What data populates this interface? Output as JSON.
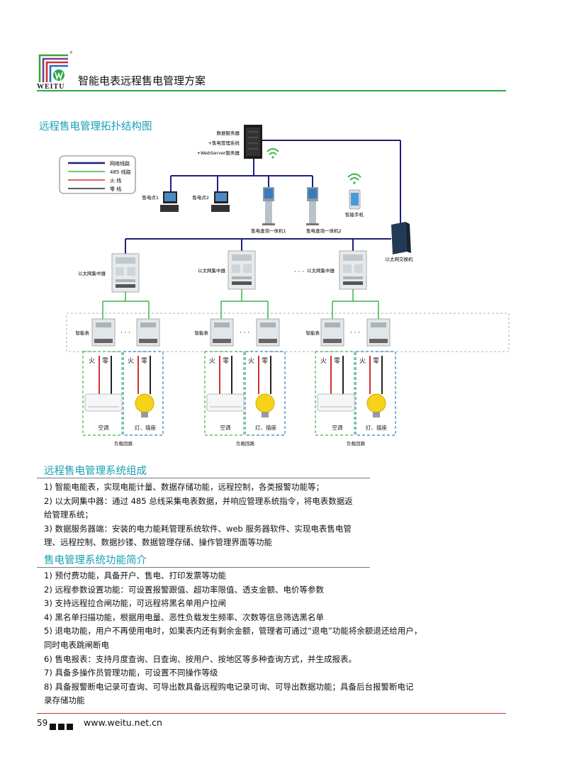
{
  "header": {
    "brand": "WEITU",
    "title": "智能电表远程售电管理方案"
  },
  "topology": {
    "title": "远程售电管理拓扑结构图",
    "server_labels": [
      "数据服务器",
      "+售电管理系统",
      "+WebServer服务器"
    ],
    "legend": [
      "网络线路",
      "485 线路",
      "火 线",
      "零 线"
    ],
    "colors": {
      "network": "#1d1d80",
      "rs485": "#3ab54a",
      "live": "#d23030",
      "neutral": "#222222",
      "loop": "#2f7fc1",
      "accent": "#1aa0b4"
    },
    "sale_points": [
      "售电点1",
      "售电点2"
    ],
    "kiosks": [
      "售电查询一体机1",
      "售电查询一体机2"
    ],
    "phone": "智能手机",
    "switch": "以太网交换机",
    "concentrator": "以太网集中器",
    "dots": "· · ·",
    "meter": "智能表",
    "live_char": "火",
    "neutral_char": "零",
    "aircon": "空调",
    "lamp": "灯、插座",
    "load_loop": "负载回路"
  },
  "composition": {
    "title": "远程售电管理系统组成",
    "lines": [
      "1) 智能电能表，实现电能计量、数据存储功能，远程控制，各类报警功能等；",
      "2) 以太网集中器：通过 485 总线采集电表数据，并响应管理系统指令，将电表数据返",
      "给管理系统；",
      "3) 数据服务器端：安装的电力能耗管理系统软件、web 服务器软件、实现电表售电管",
      "理、远程控制、数据抄镂、数据管理存储、操作管理界面等功能"
    ]
  },
  "functions": {
    "title": "售电管理系统功能简介",
    "lines": [
      "1) 预付费功能，具备开户、售电、打印发票等功能",
      "2) 远程参数设置功能：可设置报警跟值、超功率限值、透支金额、电价等参数",
      "3) 支持远程拉合闸功能，可远程将黑名单用户拉闸",
      "4) 黑名单扫描功能，根据用电量、恶性负载发生频率、次数等信息筛选黑名单",
      "5) 退电功能，用户不再使用电时，如果表内还有剩余金额，管理者可通过“退电”功能将余额退还给用户，",
      "同时电表跳闸断电",
      "6) 售电报表：支持月度查询、日查询、按用户、按地区等多种查询方式，并生成报表。",
      "7) 具备多操作员管理功能，可设置不同操作等级",
      "8) 具备报警断电记录可查询、可导出数具备远程购电记录可询、可导出数据功能；具备后台报警断电记",
      "录存储功能"
    ]
  },
  "footer": {
    "page": "59",
    "site": "www.weitu.net.cn"
  }
}
